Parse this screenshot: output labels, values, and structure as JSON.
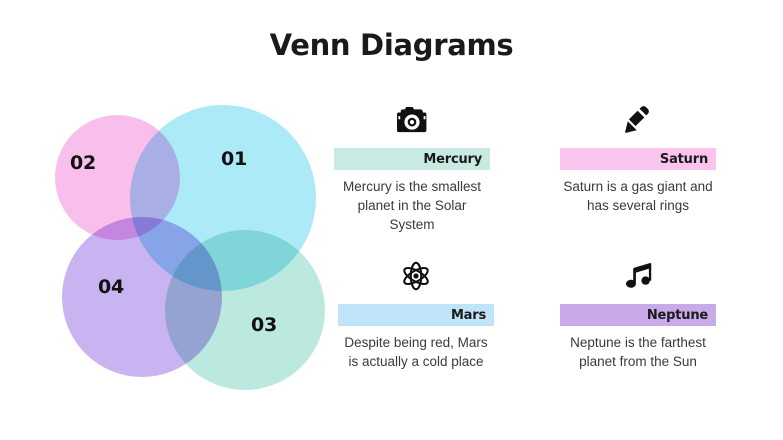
{
  "slide": {
    "title": "Venn Diagrams",
    "background_color": "#ffffff"
  },
  "venn": {
    "circles": [
      {
        "id": "01",
        "label": "01",
        "color": "#96e4f5",
        "name": "circle-cyan"
      },
      {
        "id": "02",
        "label": "02",
        "color": "#f7a6e4",
        "name": "circle-pink"
      },
      {
        "id": "03",
        "label": "03",
        "color": "#a0e0d2",
        "name": "circle-green"
      },
      {
        "id": "04",
        "label": "04",
        "color": "#ad8ce9",
        "name": "circle-purple"
      }
    ]
  },
  "cards": [
    {
      "icon": "camera-icon",
      "title": "Mercury",
      "bar_color": "#c9e9e3",
      "body": "Mercury is the smallest planet in the Solar System"
    },
    {
      "icon": "pencil-icon",
      "title": "Saturn",
      "bar_color": "#f9c4ee",
      "body": "Saturn is a gas giant and has several rings"
    },
    {
      "icon": "atom-icon",
      "title": "Mars",
      "bar_color": "#bfe4f8",
      "body": "Despite being red, Mars is actually a cold place"
    },
    {
      "icon": "music-note-icon",
      "title": "Neptune",
      "bar_color": "#c9aae8",
      "body": "Neptune is the farthest planet from the Sun"
    }
  ]
}
